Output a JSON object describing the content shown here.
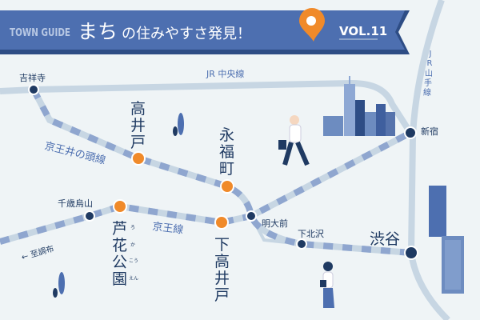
{
  "banner": {
    "series": "TOWN GUIDE",
    "title_main": "まち",
    "title_rest": "の住みやすさ発見！",
    "volume": "VOL.11"
  },
  "lines": {
    "chuo": "JR 中央線",
    "yamanote": [
      "J",
      "R",
      "山",
      "手",
      "線"
    ],
    "inokashira": "京王井の頭線",
    "keio": "京王線",
    "direction": "← 至調布"
  },
  "stations": {
    "kichijoji": "吉祥寺",
    "takaido": [
      "高",
      "井",
      "戸"
    ],
    "eifukucho": [
      "永",
      "福",
      "町"
    ],
    "chitose_karasuyama": "千歳烏山",
    "roka_koen": [
      "芦",
      "花",
      "公",
      "園"
    ],
    "roka_koen_reading": [
      "ろ",
      "か",
      "こう",
      "えん"
    ],
    "shimo_takaido": [
      "下",
      "高",
      "井",
      "戸"
    ],
    "meidaimae": "明大前",
    "shimokitazawa": "下北沢",
    "shinjuku": "新宿",
    "shibuya": "渋谷"
  },
  "colors": {
    "banner": "#4d6fb0",
    "accent": "#f08a2a",
    "navy": "#1f3a62",
    "line_light": "#c7d6e3",
    "line_dash": "#8fa6cf"
  }
}
